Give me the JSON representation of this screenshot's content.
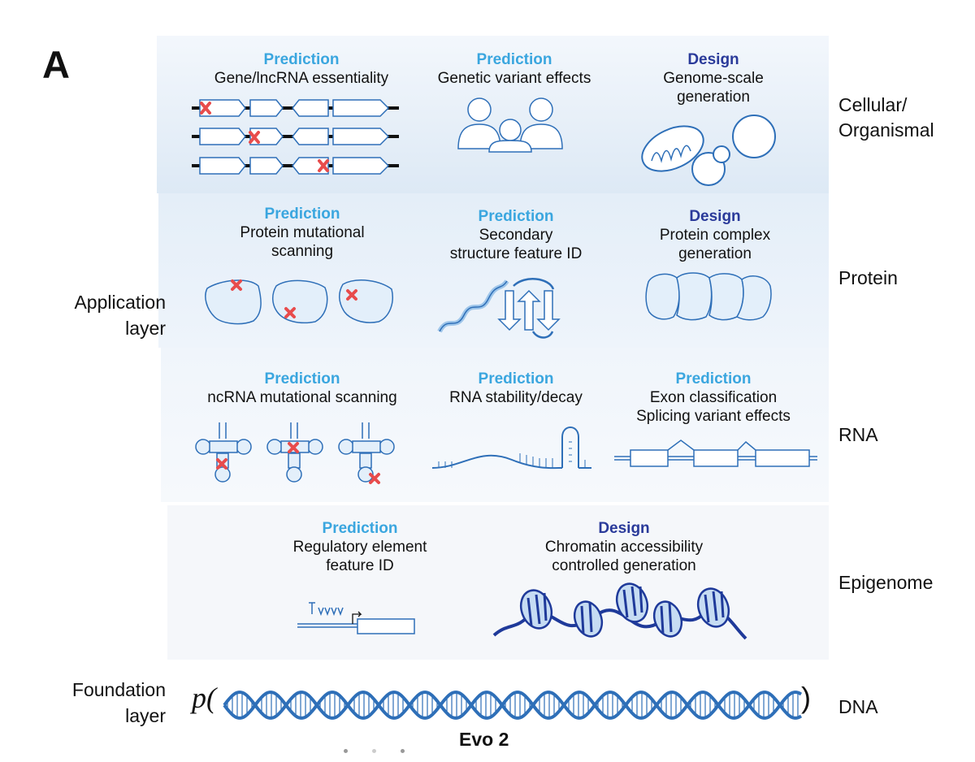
{
  "panel_label": "A",
  "colors": {
    "prediction": "#3aa6df",
    "design": "#2a3a9a",
    "icon": "#2e6fb8",
    "icon_fill": "#e3effa",
    "mark": "#e84c4c"
  },
  "rows": {
    "cellular": {
      "label": "Cellular/\nOrganismal",
      "cells": [
        {
          "kind": "Prediction",
          "desc": "Gene/lncRNA essentiality",
          "icon": "gene-knockout-icon"
        },
        {
          "kind": "Prediction",
          "desc": "Genetic variant effects",
          "icon": "people-icon"
        },
        {
          "kind": "Design",
          "desc": "Genome-scale\ngeneration",
          "icon": "cell-organelle-icon"
        }
      ]
    },
    "protein": {
      "label": "Protein",
      "cells": [
        {
          "kind": "Prediction",
          "desc": "Protein mutational\nscanning",
          "icon": "protein-mutation-icon"
        },
        {
          "kind": "Prediction",
          "desc": "Secondary\nstructure feature ID",
          "icon": "secondary-structure-icon"
        },
        {
          "kind": "Design",
          "desc": "Protein complex\ngeneration",
          "icon": "protein-complex-icon"
        }
      ]
    },
    "rna": {
      "label": "RNA",
      "cells": [
        {
          "kind": "Prediction",
          "desc": "ncRNA mutational scanning",
          "icon": "trna-icon"
        },
        {
          "kind": "Prediction",
          "desc": "RNA stability/decay",
          "icon": "rna-hairpin-icon"
        },
        {
          "kind": "Prediction",
          "desc": "Exon classification\nSplicing variant effects",
          "icon": "exon-splicing-icon"
        }
      ]
    },
    "epigenome": {
      "label": "Epigenome",
      "cells": [
        {
          "kind": "Prediction",
          "desc": "Regulatory element\nfeature ID",
          "icon": "motif-promoter-icon"
        },
        {
          "kind": "Design",
          "desc": "Chromatin accessibility\ncontrolled generation",
          "icon": "nucleosome-icon"
        }
      ]
    },
    "dna": {
      "label": "DNA"
    }
  },
  "layers": {
    "application": "Application\nlayer",
    "foundation": "Foundation\nlayer"
  },
  "foundation": {
    "p_open": "p(",
    "p_close": ")",
    "model": "Evo 2"
  }
}
